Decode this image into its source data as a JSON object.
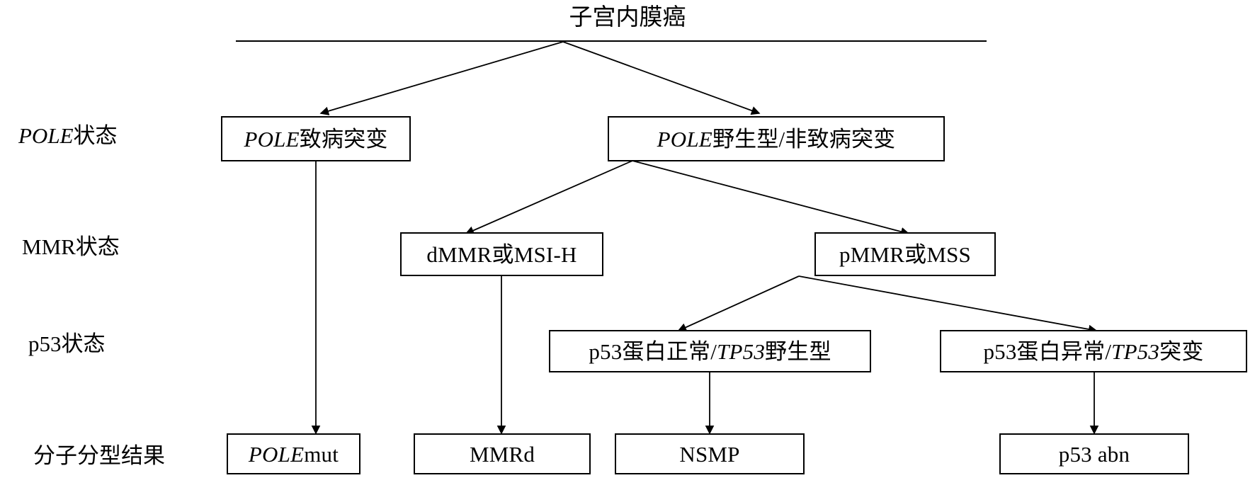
{
  "diagram": {
    "title": "子宫内膜癌",
    "type": "decision-tree",
    "row_labels": [
      {
        "id": "pole-status",
        "text": "POLE状态",
        "italic_prefix": "POLE",
        "plain_suffix": "状态"
      },
      {
        "id": "mmr-status",
        "text": "MMR状态",
        "italic_prefix": "",
        "plain_suffix": "MMR状态"
      },
      {
        "id": "p53-status",
        "text": "p53状态",
        "italic_prefix": "",
        "plain_suffix": "p53状态"
      },
      {
        "id": "classification-result",
        "text": "分子分型结果",
        "italic_prefix": "",
        "plain_suffix": "分子分型结果"
      }
    ],
    "nodes": {
      "pole_mutant": {
        "italic": "POLE",
        "plain": "致病突变",
        "full": "POLE致病突变"
      },
      "pole_wildtype": {
        "italic": "POLE",
        "plain": "野生型/非致病突变",
        "full": "POLE野生型/非致病突变"
      },
      "dmmr": {
        "italic": "",
        "plain": "dMMR或MSI-H",
        "full": "dMMR或MSI-H"
      },
      "pmmr": {
        "italic": "",
        "plain": "pMMR或MSS",
        "full": "pMMR或MSS"
      },
      "p53_normal": {
        "pre": "p53蛋白正常/",
        "italic": "TP53",
        "post": "野生型",
        "full": "p53蛋白正常/TP53野生型"
      },
      "p53_abnormal": {
        "pre": "p53蛋白异常/",
        "italic": "TP53",
        "post": "突变",
        "full": "p53蛋白异常/TP53突变"
      },
      "result_pole": {
        "italic": "POLE",
        "plain": " mut",
        "full": "POLE mut"
      },
      "result_mmrd": {
        "italic": "",
        "plain": "MMRd",
        "full": "MMRd"
      },
      "result_nsmp": {
        "italic": "",
        "plain": "NSMP",
        "full": "NSMP"
      },
      "result_p53abn": {
        "italic": "",
        "plain": "p53 abn",
        "full": "p53 abn"
      }
    },
    "colors": {
      "line": "#000000",
      "box_border": "#000000",
      "background": "#ffffff",
      "text": "#000000"
    }
  }
}
